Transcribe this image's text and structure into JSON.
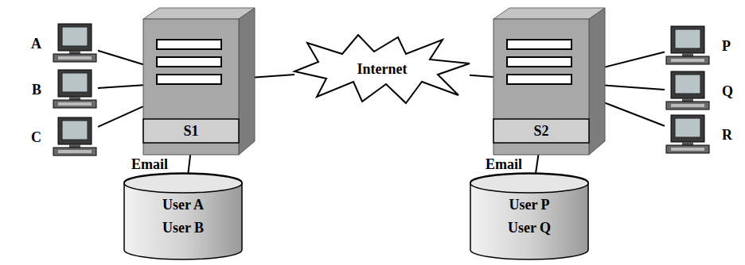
{
  "diagram": {
    "nodes": [
      {
        "text": [
          "A"
        ]
      },
      {
        "text": [
          "B"
        ]
      },
      {
        "text": [
          "C"
        ]
      },
      {
        "text": [
          "S1",
          "Email"
        ]
      },
      {
        "text": [
          "User A",
          "User B"
        ]
      },
      {
        "text": [
          "Internet"
        ]
      },
      {
        "text": [
          "S2",
          "Email"
        ]
      },
      {
        "text": [
          "P"
        ]
      },
      {
        "text": [
          "Q"
        ]
      },
      {
        "text": [
          "R"
        ]
      },
      {
        "text": [
          "User P",
          "User Q"
        ]
      }
    ],
    "edges": [
      {
        "from": 0,
        "to": 3,
        "arrow": "none"
      },
      {
        "from": 1,
        "to": 3,
        "arrow": "none"
      },
      {
        "from": 2,
        "to": 3,
        "arrow": "none"
      },
      {
        "from": 3,
        "to": 4,
        "arrow": "none"
      },
      {
        "from": 3,
        "to": 5,
        "arrow": "none"
      },
      {
        "from": 5,
        "to": 6,
        "arrow": "none"
      },
      {
        "from": 6,
        "to": 7,
        "arrow": "none"
      },
      {
        "from": 6,
        "to": 8,
        "arrow": "none"
      },
      {
        "from": 6,
        "to": 9,
        "arrow": "none"
      },
      {
        "from": 6,
        "to": 10,
        "arrow": "none"
      }
    ]
  }
}
